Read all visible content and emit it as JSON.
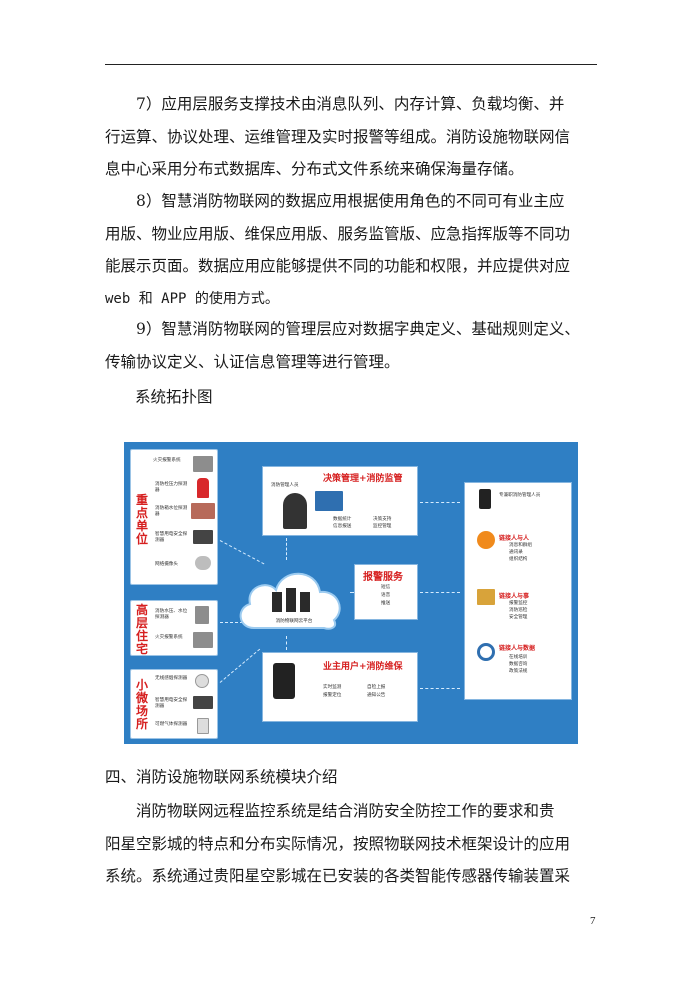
{
  "paragraphs": {
    "p7": [
      "7）应用层服务支撑技术由消息队列、内存计算、负载均衡、并",
      "行运算、协议处理、运维管理及实时报警等组成。消防设施物联网信",
      "息中心采用分布式数据库、分布式文件系统来确保海量存储。"
    ],
    "p8": [
      "8）智慧消防物联网的数据应用根据使用角色的不同可有业主应",
      "用版、物业应用版、维保应用版、服务监管版、应急指挥版等不同功",
      "能展示页面。数据应用应能够提供不同的功能和权限，并应提供对应",
      "web 和 APP 的使用方式。"
    ],
    "p9": [
      "9）智慧消防物联网的管理层应对数据字典定义、基础规则定义、",
      "传输协议定义、认证信息管理等进行管理。"
    ]
  },
  "figure_caption": "系统拓扑图",
  "diagram": {
    "left_groups": [
      {
        "label": "重点单位",
        "items": [
          "火灾报警系统",
          "消防栓压力探测器",
          "消防箱水位探测器",
          "智慧用电安全探测器",
          "网络摄像头"
        ]
      },
      {
        "label": "高层住宅",
        "items": [
          "消防水压、水位探测器",
          "火灾报警系统"
        ]
      },
      {
        "label": "小微场所",
        "items": [
          "无线感烟探测器",
          "智慧用电安全探测器",
          "可燃气体探测器"
        ]
      }
    ],
    "cloud_label": "消防物联网云平台",
    "decision": {
      "title": "决策管理+消防监管",
      "person": "消防管理人员",
      "items": [
        "数据统计",
        "信息报送",
        "决策支持",
        "监控管理"
      ]
    },
    "alarm": {
      "title": "报警服务",
      "items": [
        "短信",
        "语音",
        "推送"
      ]
    },
    "owner": {
      "title": "业主用户+消防维保",
      "items": [
        "实时监测",
        "报警定位",
        "自检上报",
        "通知公告"
      ]
    },
    "right_panel": {
      "header": "专兼职消防管理人员",
      "sections": [
        {
          "title": "链接人与人",
          "items": [
            "消息和群组",
            "通讯录",
            "组织结构"
          ]
        },
        {
          "title": "链接人与事",
          "items": [
            "报警监控",
            "消防巡检",
            "安全管理"
          ]
        },
        {
          "title": "链接人与数据",
          "items": [
            "在线培训",
            "数据咨询",
            "政策法规"
          ]
        }
      ]
    }
  },
  "section_title": "四、消防设施物联网系统模块介绍",
  "closing_paragraph": [
    "消防物联网远程监控系统是结合消防安全防控工作的要求和贵",
    "阳星空影城的特点和分布实际情况，按照物联网技术框架设计的应用",
    "系统。系统通过贵阳星空影城在已安装的各类智能传感器传输装置采"
  ],
  "page_number": "7"
}
